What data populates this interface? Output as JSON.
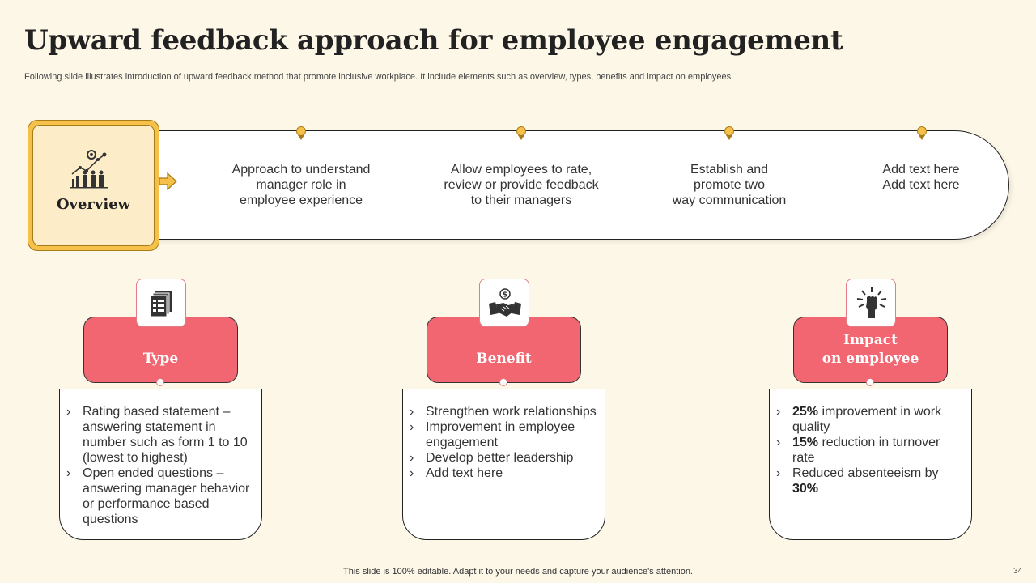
{
  "title": "Upward feedback approach for employee engagement",
  "subtitle": "Following slide illustrates introduction of upward feedback method that promote inclusive workplace. It include elements such as overview, types,  benefits and impact on employees.",
  "overview": {
    "label": "Overview",
    "items": [
      "Approach to understand\nmanager role in\nemployee experience",
      "Allow employees to rate,\nreview or provide feedback\nto their managers",
      "Establish and\npromote two\nway communication",
      "Add text here\nAdd text here"
    ]
  },
  "cards": [
    {
      "heading": "Type",
      "icon": "documents-icon",
      "points": [
        {
          "text": "Rating based statement – answering statement in number such as form 1 to 10 (lowest to highest)"
        },
        {
          "text": "Open ended questions – answering manager behavior or performance based questions"
        }
      ]
    },
    {
      "heading": "Benefit",
      "icon": "handshake-dollar-icon",
      "points": [
        {
          "text": "Strengthen work relationships"
        },
        {
          "text": "Improvement  in employee engagement"
        },
        {
          "text": "Develop better leadership"
        },
        {
          "text": "Add text here"
        }
      ]
    },
    {
      "heading": "Impact\non employee",
      "icon": "raised-fist-icon",
      "points": [
        {
          "bold": "25%",
          "text": " improvement in work quality"
        },
        {
          "bold": "15%",
          "text": " reduction in turnover  rate"
        },
        {
          "text": "Reduced absenteeism by ",
          "bold_end": "30%"
        }
      ]
    }
  ],
  "footer": "This slide is 100% editable. Adapt it to your needs and capture your audience's attention.",
  "page_number": "34",
  "colors": {
    "background": "#fdf7e8",
    "accent_yellow": "#f6c14a",
    "card_red": "#f26672"
  }
}
